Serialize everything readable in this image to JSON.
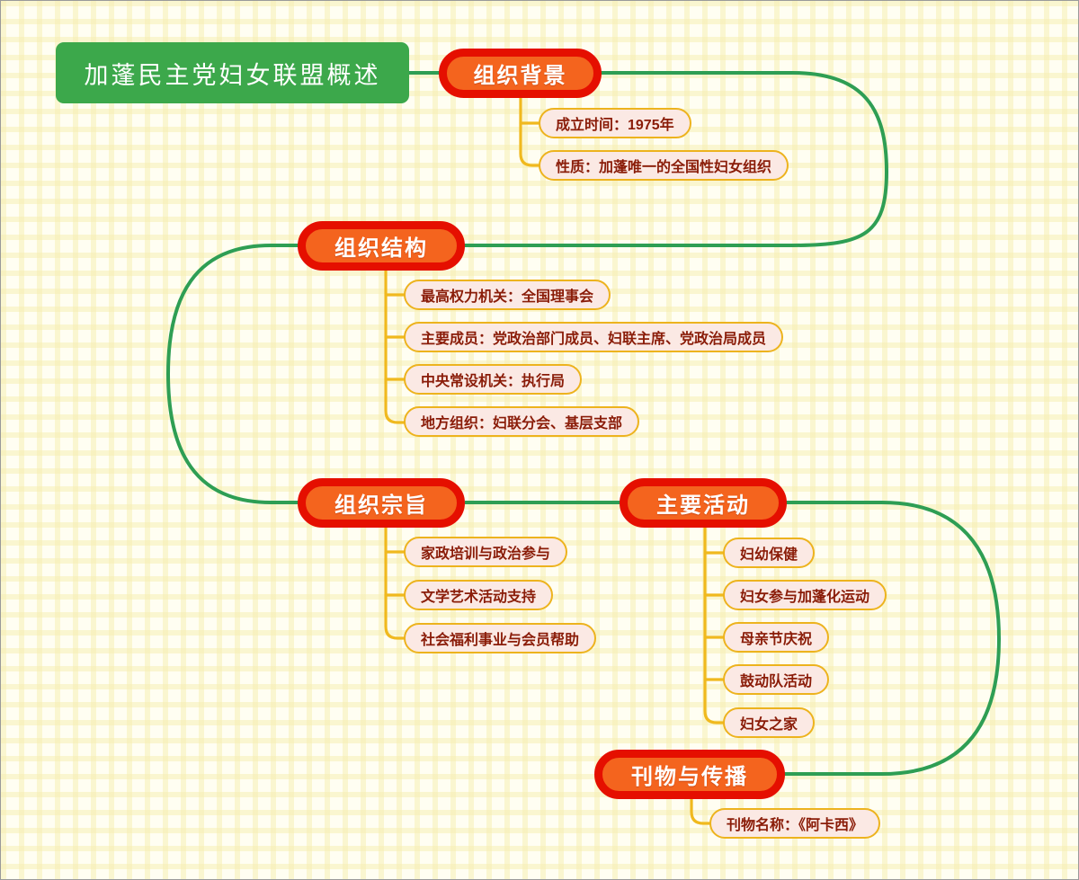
{
  "diagram": {
    "kind": "mindmap",
    "colors": {
      "root_fill": "#3ca84b",
      "root_text": "#ffffff",
      "branch_fill": "#f4641e",
      "branch_border": "#e50f00",
      "branch_text": "#ffffff",
      "leaf_fill": "#fbe9e4",
      "leaf_border": "#edb31e",
      "leaf_text": "#8a1c08",
      "main_connector": "#2e9e54",
      "sub_connector": "#f0b91e",
      "background": "#fffef2",
      "grid_line": "#f6eeb4",
      "canvas_border": "#9a9a9a"
    },
    "root": {
      "label": "加蓬民主党妇女联盟概述"
    },
    "branches": [
      {
        "id": "background",
        "label": "组织背景",
        "leaves": [
          {
            "label": "成立时间：1975年"
          },
          {
            "label": "性质：加蓬唯一的全国性妇女组织"
          }
        ]
      },
      {
        "id": "structure",
        "label": "组织结构",
        "leaves": [
          {
            "label": "最高权力机关：全国理事会"
          },
          {
            "label": "主要成员：党政治部门成员、妇联主席、党政治局成员"
          },
          {
            "label": "中央常设机关：执行局"
          },
          {
            "label": "地方组织：妇联分会、基层支部"
          }
        ]
      },
      {
        "id": "purpose",
        "label": "组织宗旨",
        "leaves": [
          {
            "label": "家政培训与政治参与"
          },
          {
            "label": "文学艺术活动支持"
          },
          {
            "label": "社会福利事业与会员帮助"
          }
        ]
      },
      {
        "id": "activities",
        "label": "主要活动",
        "leaves": [
          {
            "label": "妇幼保健"
          },
          {
            "label": "妇女参与加蓬化运动"
          },
          {
            "label": "母亲节庆祝"
          },
          {
            "label": "鼓动队活动"
          },
          {
            "label": "妇女之家"
          }
        ]
      },
      {
        "id": "publication",
        "label": "刊物与传播",
        "leaves": [
          {
            "label": "刊物名称：《阿卡西》"
          }
        ]
      }
    ]
  }
}
